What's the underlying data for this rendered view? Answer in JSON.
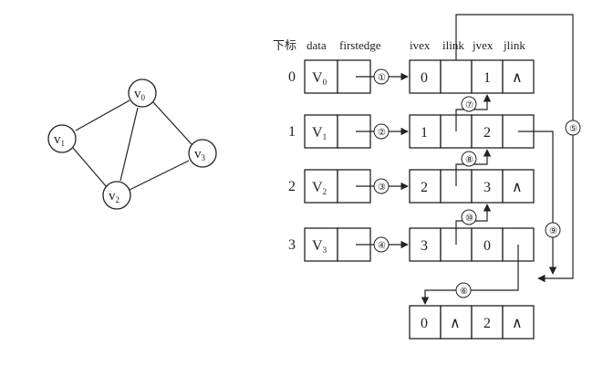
{
  "graph": {
    "vertices": [
      {
        "id": "v0",
        "label": "v",
        "sub": "0"
      },
      {
        "id": "v1",
        "label": "v",
        "sub": "1"
      },
      {
        "id": "v2",
        "label": "v",
        "sub": "2"
      },
      {
        "id": "v3",
        "label": "v",
        "sub": "3"
      }
    ],
    "edges": [
      [
        "v0",
        "v1"
      ],
      [
        "v0",
        "v2"
      ],
      [
        "v0",
        "v3"
      ],
      [
        "v1",
        "v2"
      ],
      [
        "v2",
        "v3"
      ]
    ]
  },
  "headers": {
    "index": "下标",
    "data": "data",
    "firstedge": "firstedge",
    "ivex": "ivex",
    "ilink": "ilink",
    "jvex": "jvex",
    "jlink": "jlink"
  },
  "vertex_table": [
    {
      "index": "0",
      "label": "V",
      "sub": "0"
    },
    {
      "index": "1",
      "label": "V",
      "sub": "1"
    },
    {
      "index": "2",
      "label": "V",
      "sub": "2"
    },
    {
      "index": "3",
      "label": "V",
      "sub": "3"
    }
  ],
  "edge_nodes": [
    {
      "ivex": "0",
      "jvex": "1",
      "ilink": "",
      "jlink": "∧"
    },
    {
      "ivex": "1",
      "jvex": "2",
      "ilink": "",
      "jlink": ""
    },
    {
      "ivex": "2",
      "jvex": "3",
      "ilink": "",
      "jlink": "∧"
    },
    {
      "ivex": "3",
      "jvex": "0",
      "ilink": "",
      "jlink": ""
    },
    {
      "ivex": "0",
      "jvex": "2",
      "ilink": "∧",
      "jlink": "∧"
    }
  ],
  "pointer_labels": [
    "①",
    "②",
    "③",
    "④",
    "⑤",
    "⑥",
    "⑦",
    "⑧",
    "⑨",
    "⑩"
  ]
}
